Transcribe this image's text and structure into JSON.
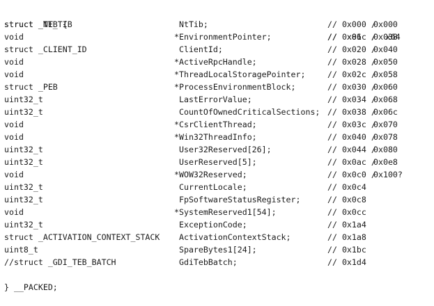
{
  "header": {
    "open": "struct _TEB {",
    "cols": "//  x86  /  x64"
  },
  "rows": [
    {
      "type": "struct _NT_TIB",
      "name": " NtTib;",
      "x86": "// 0x000 /",
      "x64": "0x000"
    },
    {
      "type": "void",
      "name": "*EnvironmentPointer;",
      "x86": "// 0x01c /",
      "x64": "0x038"
    },
    {
      "type": "struct _CLIENT_ID",
      "name": " ClientId;",
      "x86": "// 0x020 /",
      "x64": "0x040"
    },
    {
      "type": "void",
      "name": "*ActiveRpcHandle;",
      "x86": "// 0x028 /",
      "x64": "0x050"
    },
    {
      "type": "void",
      "name": "*ThreadLocalStoragePointer;",
      "x86": "// 0x02c /",
      "x64": "0x058"
    },
    {
      "type": "struct _PEB",
      "name": "*ProcessEnvironmentBlock;",
      "x86": "// 0x030 /",
      "x64": "0x060"
    },
    {
      "type": "uint32_t",
      "name": " LastErrorValue;",
      "x86": "// 0x034 /",
      "x64": "0x068"
    },
    {
      "type": "uint32_t",
      "name": " CountOfOwnedCriticalSections;",
      "x86": "// 0x038 /",
      "x64": "0x06c"
    },
    {
      "type": "void",
      "name": "*CsrClientThread;",
      "x86": "// 0x03c /",
      "x64": "0x070"
    },
    {
      "type": "void",
      "name": "*Win32ThreadInfo;",
      "x86": "// 0x040 /",
      "x64": "0x078"
    },
    {
      "type": "uint32_t",
      "name": " User32Reserved[26];",
      "x86": "// 0x044 /",
      "x64": "0x080"
    },
    {
      "type": "uint32_t",
      "name": " UserReserved[5];",
      "x86": "// 0x0ac /",
      "x64": "0x0e8"
    },
    {
      "type": "void",
      "name": "*WOW32Reserved;",
      "x86": "// 0x0c0 /",
      "x64": "0x100?"
    },
    {
      "type": "uint32_t",
      "name": " CurrentLocale;",
      "x86": "// 0x0c4",
      "x64": ""
    },
    {
      "type": "uint32_t",
      "name": " FpSoftwareStatusRegister;",
      "x86": "// 0x0c8",
      "x64": ""
    },
    {
      "type": "void",
      "name": "*SystemReserved1[54];",
      "x86": "// 0x0cc",
      "x64": ""
    },
    {
      "type": "uint32_t",
      "name": " ExceptionCode;",
      "x86": "// 0x1a4",
      "x64": ""
    },
    {
      "type": "struct _ACTIVATION_CONTEXT_STACK",
      "name": " ActivationContextStack;",
      "x86": "// 0x1a8",
      "x64": ""
    },
    {
      "type": "uint8_t",
      "name": " SpareBytes1[24];",
      "x86": "// 0x1bc",
      "x64": ""
    },
    {
      "type": "//struct _GDI_TEB_BATCH",
      "name": " GdiTebBatch;",
      "x86": "// 0x1d4",
      "x64": ""
    }
  ],
  "footer": {
    "close": "} __PACKED;"
  }
}
